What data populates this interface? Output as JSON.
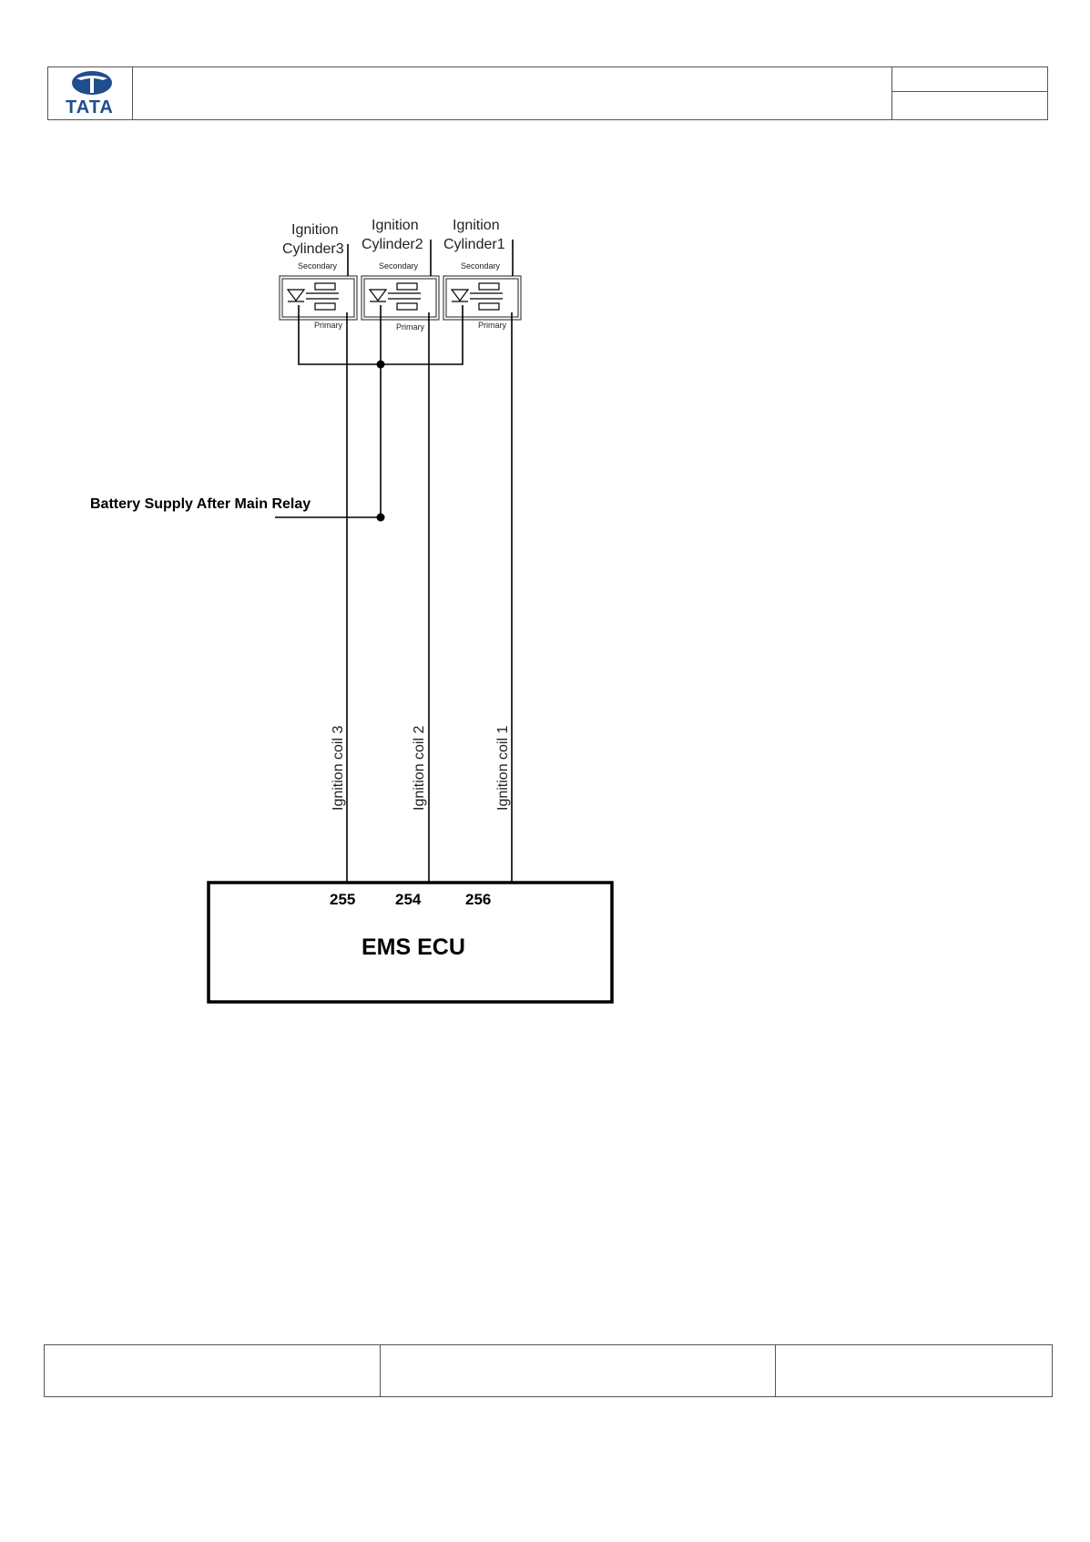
{
  "header": {
    "logo_text": "TATA"
  },
  "diagram": {
    "coils": [
      {
        "title_line1": "Ignition",
        "title_line2": "Cylinder3",
        "secondary": "Secondary",
        "primary": "Primary"
      },
      {
        "title_line1": "Ignition",
        "title_line2": "Cylinder2",
        "secondary": "Secondary",
        "primary": "Primary"
      },
      {
        "title_line1": "Ignition",
        "title_line2": "Cylinder1",
        "secondary": "Secondary",
        "primary": "Primary"
      }
    ],
    "battery_label": "Battery Supply After Main Relay",
    "wires": [
      {
        "label": "Ignition coil 3",
        "pin": "255"
      },
      {
        "label": "Ignition coil 2",
        "pin": "254"
      },
      {
        "label": "Ignition coil 1",
        "pin": "256"
      }
    ],
    "ecu_label": "EMS ECU"
  }
}
